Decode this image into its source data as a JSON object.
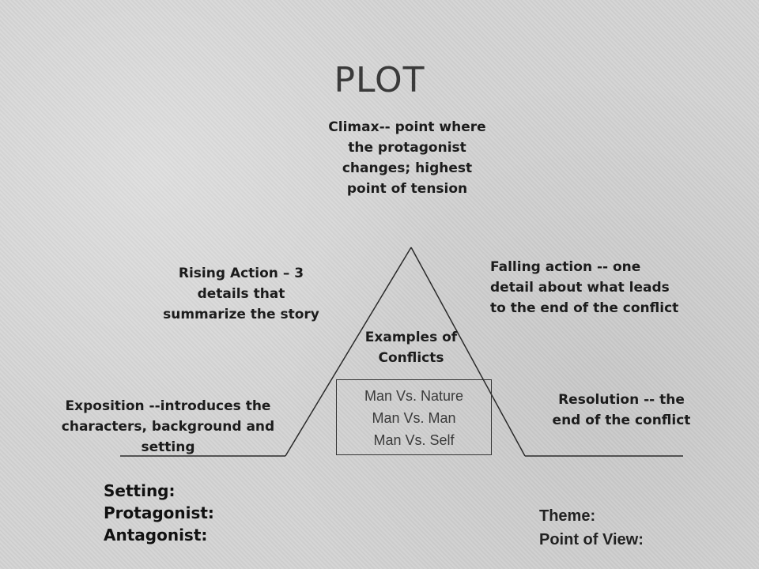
{
  "title": "PLOT",
  "diagram": {
    "climax": "Climax-- point where the protagonist changes; highest point of tension",
    "rising_action": "Rising Action – 3 details that summarize the story",
    "falling_action": "Falling action -- one detail about what leads to the end of the conflict",
    "exposition": "Exposition --introduces the characters, background and setting",
    "resolution": "Resolution -- the end of the conflict",
    "examples_heading": "Examples of Conflicts",
    "conflicts": [
      "Man Vs. Nature",
      "Man Vs. Man",
      "Man Vs. Self"
    ]
  },
  "footer": {
    "left": [
      "Setting:",
      "Protagonist:",
      "Antagonist:"
    ],
    "right": [
      "Theme:",
      "Point of View:"
    ]
  },
  "colors": {
    "background": "#d4d4d4",
    "line": "#2a2a2a",
    "title": "#3a3a3a"
  }
}
